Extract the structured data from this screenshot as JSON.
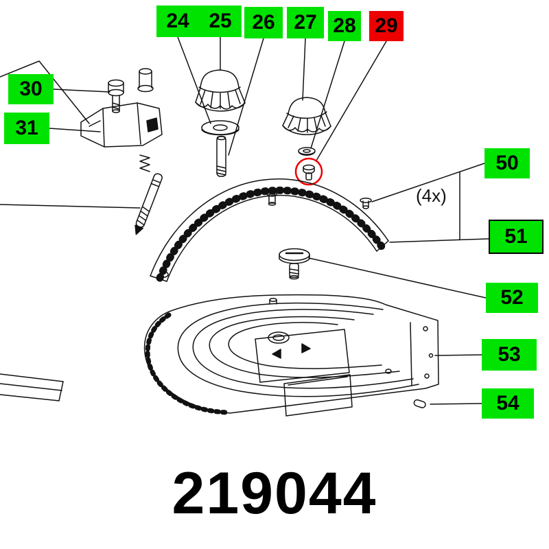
{
  "colors": {
    "callout-green": "#00e300",
    "callout-red": "#ee0000",
    "ink": "#111111"
  },
  "callouts": {
    "c24": "24",
    "c25": "25",
    "c26": "26",
    "c27": "27",
    "c28": "28",
    "c29": "29",
    "c30": "30",
    "c31": "31",
    "c50": "50",
    "c51": "51",
    "c52": "52",
    "c53": "53",
    "c54": "54"
  },
  "annotations": {
    "quantity_note": "(4x)"
  },
  "footer": {
    "part_number": "219044"
  }
}
